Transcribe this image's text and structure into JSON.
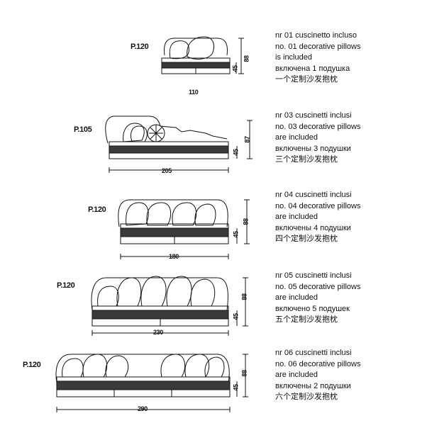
{
  "items": [
    {
      "code": "P.120",
      "width": "110",
      "seat_height": "45",
      "total_height": "88",
      "lines": [
        "nr 01 cuscinetto incluso",
        "no. 01 decorative pillows",
        "is included",
        "включена 1 подушка",
        "一个定制沙发抱枕"
      ]
    },
    {
      "code": "P.105",
      "width": "205",
      "seat_height": "45",
      "total_height": "87",
      "lines": [
        "nr 03 cuscinetti inclusi",
        "no. 03 decorative pillows",
        "are included",
        "включены 3 подушки",
        "三个定制沙发抱枕"
      ]
    },
    {
      "code": "P.120",
      "width": "180",
      "seat_height": "45",
      "total_height": "88",
      "lines": [
        "nr 04 cuscinetti inclusi",
        "no. 04 decorative pillows",
        "are included",
        "включены 4 подушки",
        "四个定制沙发抱枕"
      ]
    },
    {
      "code": "P.120",
      "width": "230",
      "seat_height": "45",
      "total_height": "88",
      "lines": [
        "nr 05 cuscinetti inclusi",
        "no. 05 decorative pillows",
        "are included",
        "включено 5 подушек",
        "五个定制沙发抱枕"
      ]
    },
    {
      "code": "P.120",
      "width": "290",
      "seat_height": "45",
      "total_height": "88",
      "lines": [
        "nr 06 cuscinetti inclusi",
        "no. 06 decorative pillows",
        "are included",
        "включены 2 подушки",
        "六个定制沙发抱枕"
      ]
    }
  ]
}
